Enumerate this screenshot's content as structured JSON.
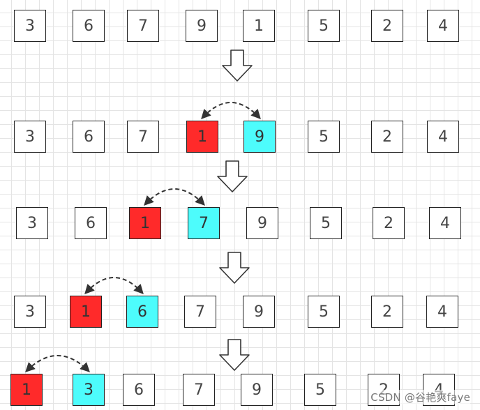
{
  "colors": {
    "highlight_min": "#ff2a2a",
    "highlight_target": "#4dfcfc",
    "border": "#222222",
    "arrow": "#333333"
  },
  "rows": [
    {
      "values": [
        "3",
        "6",
        "7",
        "9",
        "1",
        "5",
        "2",
        "4"
      ],
      "red_index": null,
      "cyan_index": null
    },
    {
      "values": [
        "3",
        "6",
        "7",
        "1",
        "9",
        "5",
        "2",
        "4"
      ],
      "red_index": 3,
      "cyan_index": 4
    },
    {
      "values": [
        "3",
        "6",
        "1",
        "7",
        "9",
        "5",
        "2",
        "4"
      ],
      "red_index": 2,
      "cyan_index": 3
    },
    {
      "values": [
        "3",
        "1",
        "6",
        "7",
        "9",
        "5",
        "2",
        "4"
      ],
      "red_index": 1,
      "cyan_index": 2
    },
    {
      "values": [
        "1",
        "3",
        "6",
        "7",
        "9",
        "5",
        "2",
        "4"
      ],
      "red_index": 0,
      "cyan_index": 1
    }
  ],
  "watermark": "CSDN @谷艳爽faye"
}
